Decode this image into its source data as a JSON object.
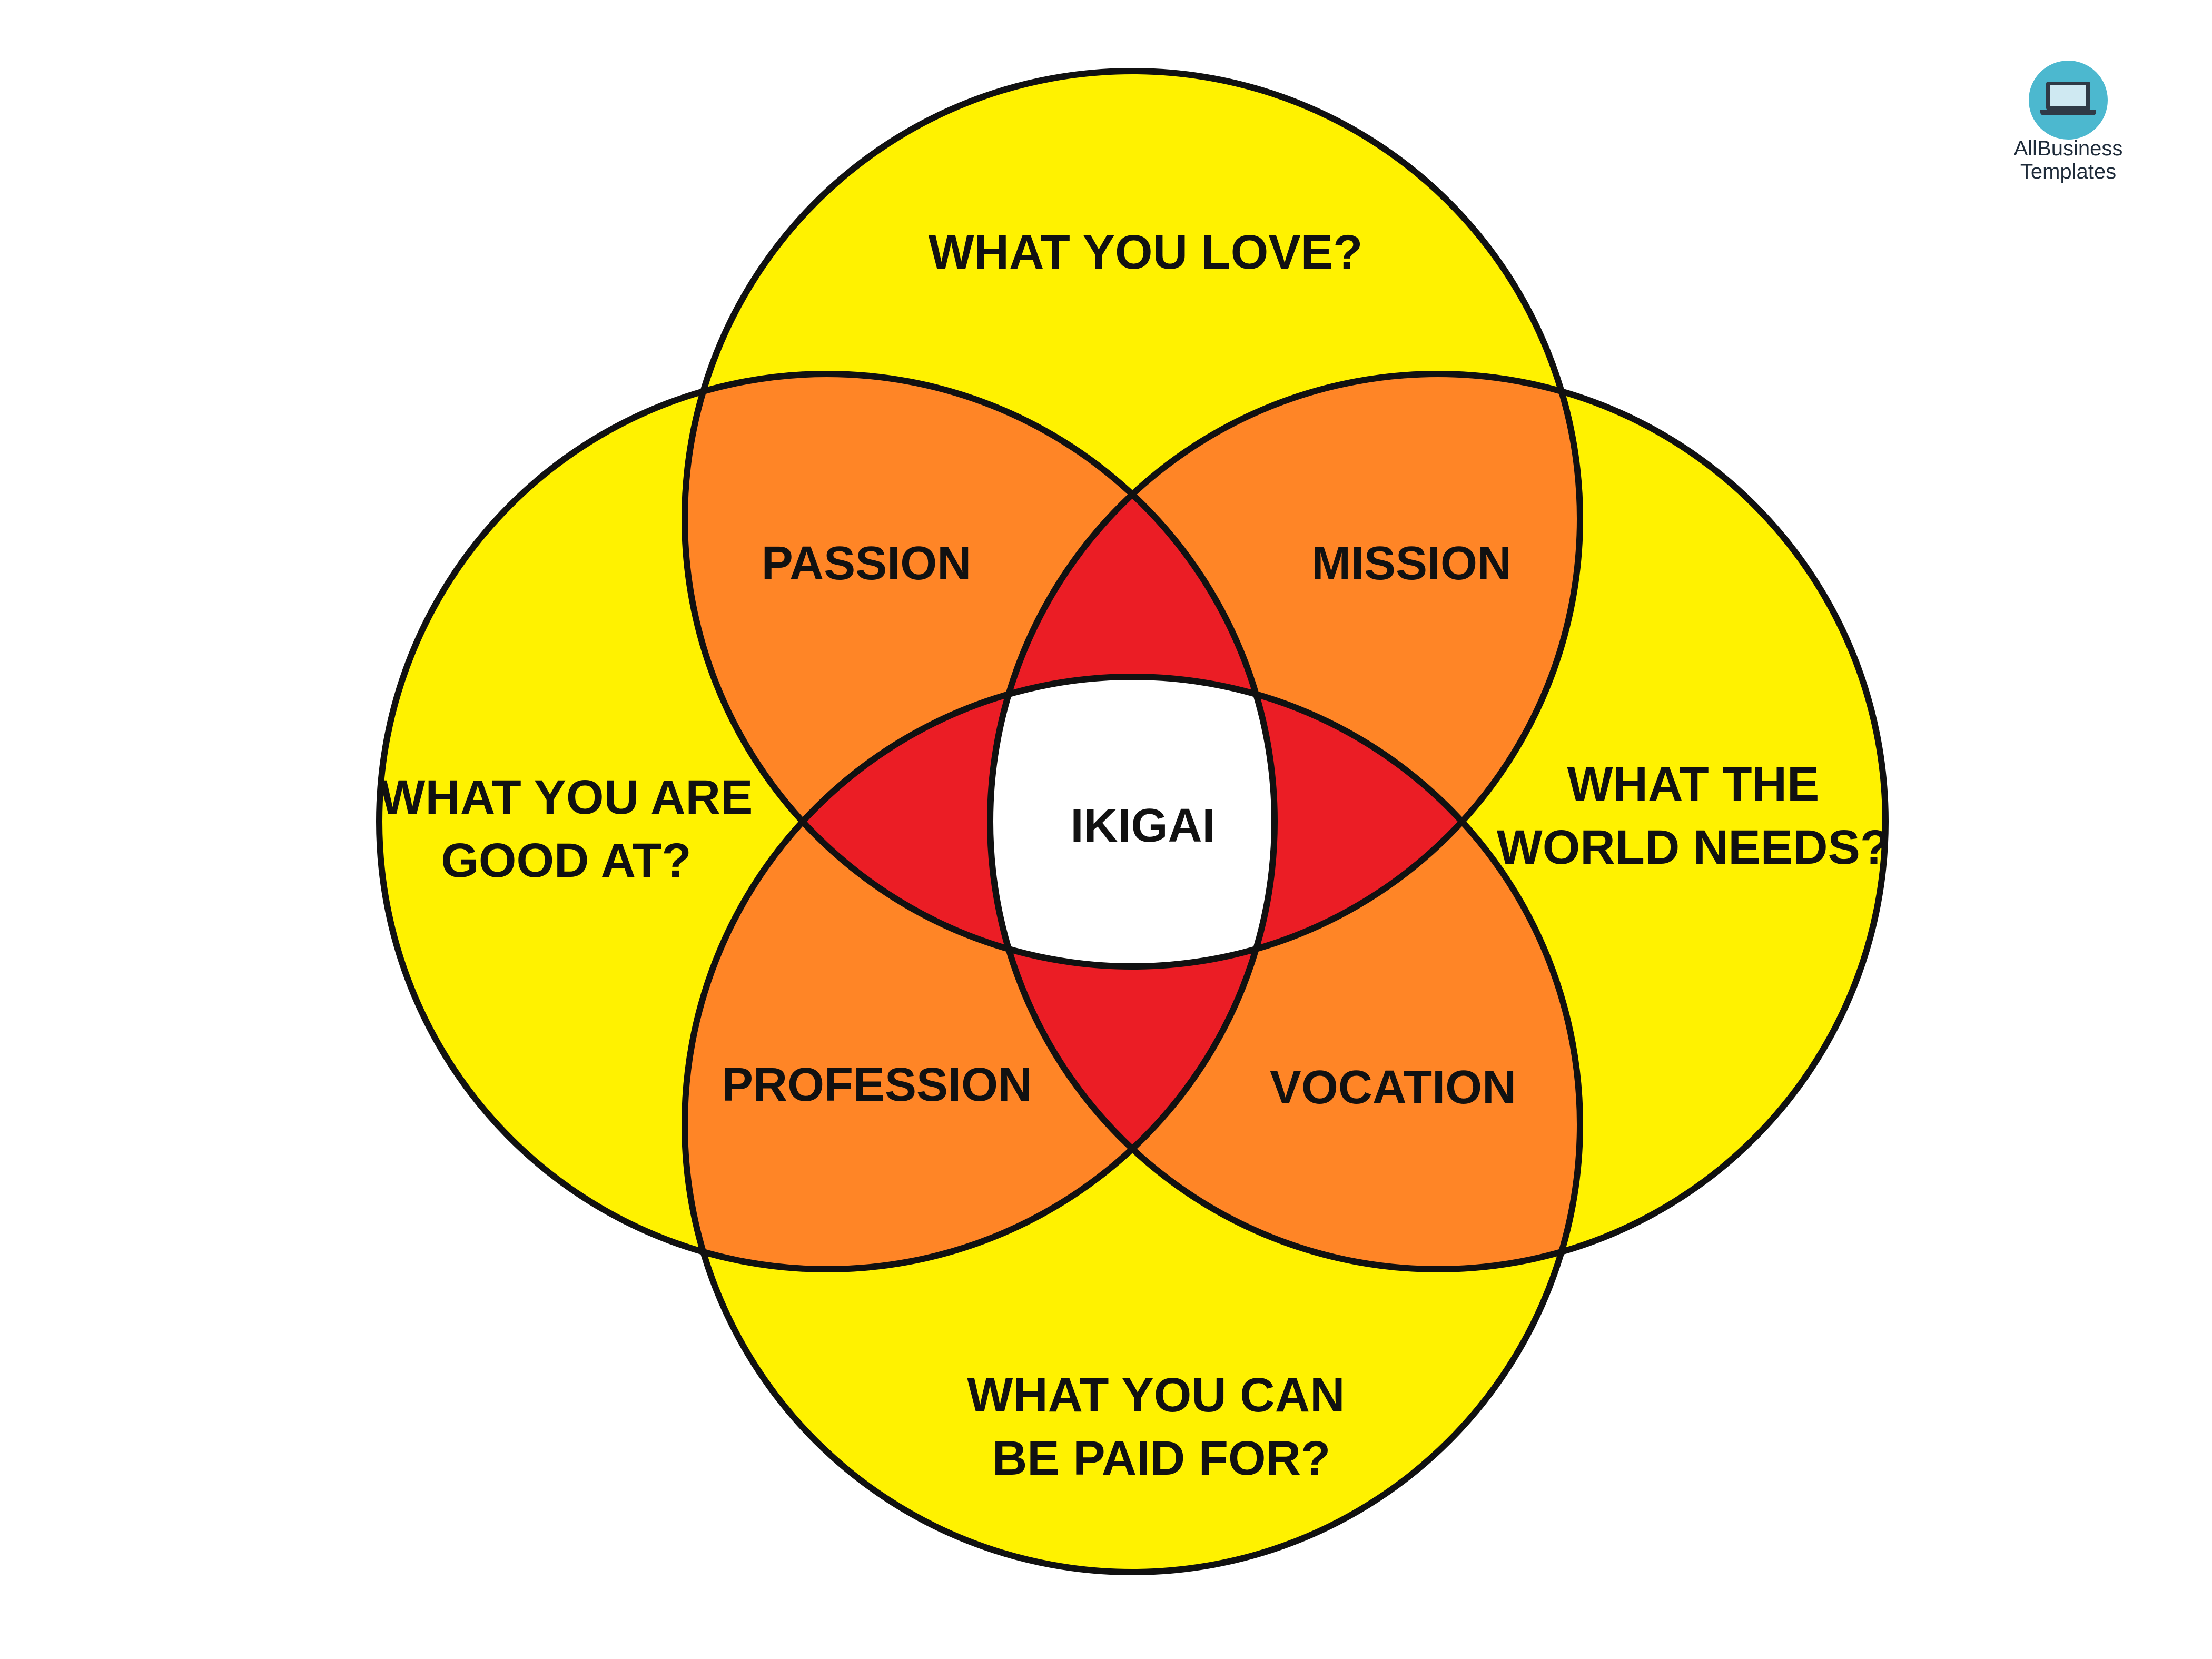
{
  "colors": {
    "single": "#fff200",
    "double": "#ff8526",
    "triple": "#eb1d25",
    "center": "#ffffff",
    "stroke": "#111111"
  },
  "circles": {
    "love": "WHAT YOU LOVE?",
    "good_at": [
      "WHAT YOU ARE",
      "GOOD AT?"
    ],
    "world_needs": [
      "WHAT THE",
      "WORLD NEEDS?"
    ],
    "paid_for": [
      "WHAT YOU CAN",
      "BE PAID FOR?"
    ]
  },
  "overlaps": {
    "passion": "PASSION",
    "mission": "MISSION",
    "profession": "PROFESSION",
    "vocation": "VOCATION"
  },
  "center": "IKIGAI",
  "logo": {
    "line1": "AllBusiness",
    "line2": "Templates",
    "icon": "laptop-icon"
  }
}
